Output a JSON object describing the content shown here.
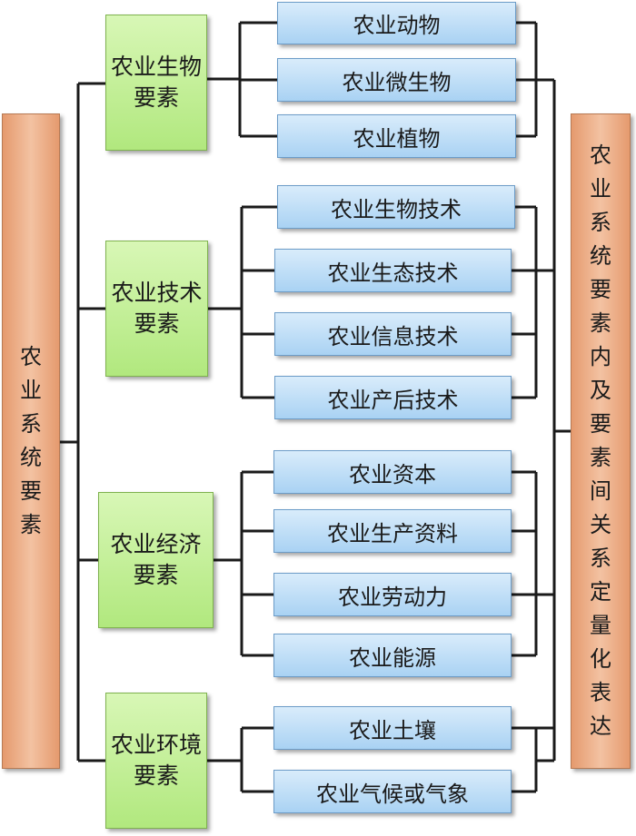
{
  "root": {
    "label": "农业系统要素"
  },
  "result": {
    "label": "农业系统要素内及要素间关系定量化表达"
  },
  "categories": [
    {
      "label": "农业生物要素",
      "items": [
        "农业动物",
        "农业微生物",
        "农业植物"
      ]
    },
    {
      "label": "农业技术要素",
      "items": [
        "农业生物技术",
        "农业生态技术",
        "农业信息技术",
        "农业产后技术"
      ]
    },
    {
      "label": "农业经济要素",
      "items": [
        "农业资本",
        "农业生产资料",
        "农业劳动力",
        "农业能源"
      ]
    },
    {
      "label": "农业环境要素",
      "items": [
        "农业土壤",
        "农业气候或气象"
      ]
    }
  ],
  "colors": {
    "connector": "#1a1a1a",
    "root_fill": "#f0b48c",
    "category_fill": "#c4f09a",
    "item_fill": "#bfe0f8"
  }
}
